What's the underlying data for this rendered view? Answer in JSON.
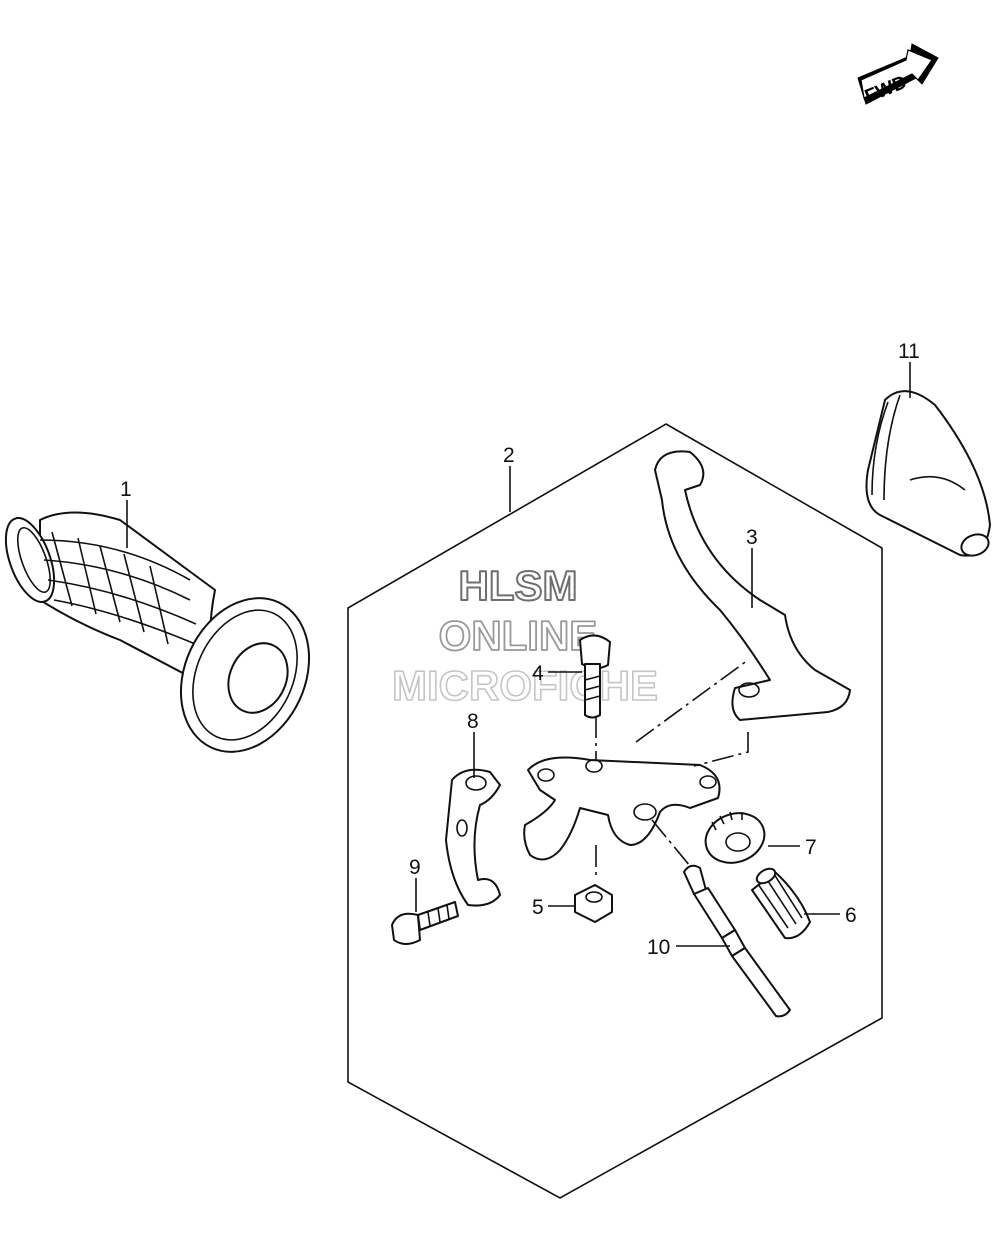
{
  "fwd_label": "FWD",
  "watermark": {
    "line1": "HLSM",
    "line2": "ONLINE",
    "line3": "MICROFICHE"
  },
  "callouts": {
    "c1": "1",
    "c2": "2",
    "c3": "3",
    "c4": "4",
    "c5": "5",
    "c6": "6",
    "c7": "7",
    "c8": "8",
    "c9": "9",
    "c10": "10",
    "c11": "11"
  }
}
